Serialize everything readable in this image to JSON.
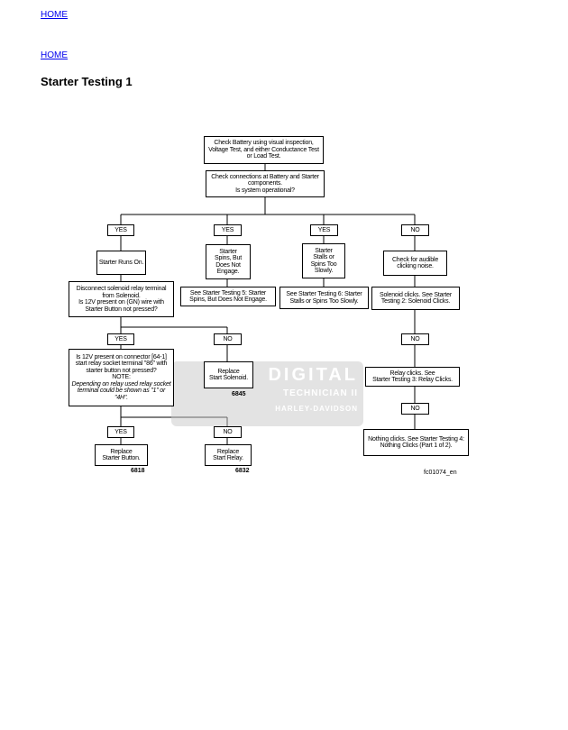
{
  "nav": {
    "home_top": "HOME",
    "home_second": "HOME"
  },
  "title": "Starter Testing 1",
  "flow": {
    "check_battery": "Check Battery using visual inspection, Voltage Test, and either Conductance Test or Load Test.",
    "check_connections": "Check connections at Battery and Starter components.\nIs system operational?",
    "yes": "YES",
    "no": "NO",
    "runs_on": "Starter Runs On.",
    "spins_not_engage": "Starter\nSpins, But\nDoes Not\nEngage.",
    "stalls": "Starter\nStalls or\nSpins Too\nSlowly.",
    "audible": "Check for audible clicking noise.",
    "disconnect": "Disconnect solenoid relay terminal from Solenoid.\nIs 12V present on (GN) wire with Starter Button not pressed?",
    "see5": "See Starter Testing 5: Starter Spins, But Does Not Engage.",
    "see6": "See Starter Testing 6: Starter Stalls or Spins Too Slowly.",
    "solenoid_clicks": "Solenoid clicks. See Starter Testing 2: Solenoid Clicks.",
    "is12v": "Is 12V present on connector [64-1] start relay socket terminal \"86\" with starter button not pressed?\nNOTE:",
    "note": "Depending on relay used relay socket terminal could be shown as \"1\" or \"4H\".",
    "replace_solenoid": "Replace\nStart Solenoid.",
    "code_solenoid": "6845",
    "relay_clicks": "Relay clicks. See\nStarter Testing 3: Relay Clicks.",
    "nothing_clicks": "Nothing clicks. See Starter Testing 4: Nothing Clicks (Part 1 of 2).",
    "replace_button": "Replace\nStarter Button.",
    "code_button": "6818",
    "replace_relay": "Replace\nStart Relay.",
    "code_relay": "6832",
    "figure_id": "fc01074_en"
  },
  "watermark": {
    "line1": "DIGITAL",
    "line2": "TECHNICIAN II",
    "line3": "HARLEY-DAVIDSON"
  }
}
